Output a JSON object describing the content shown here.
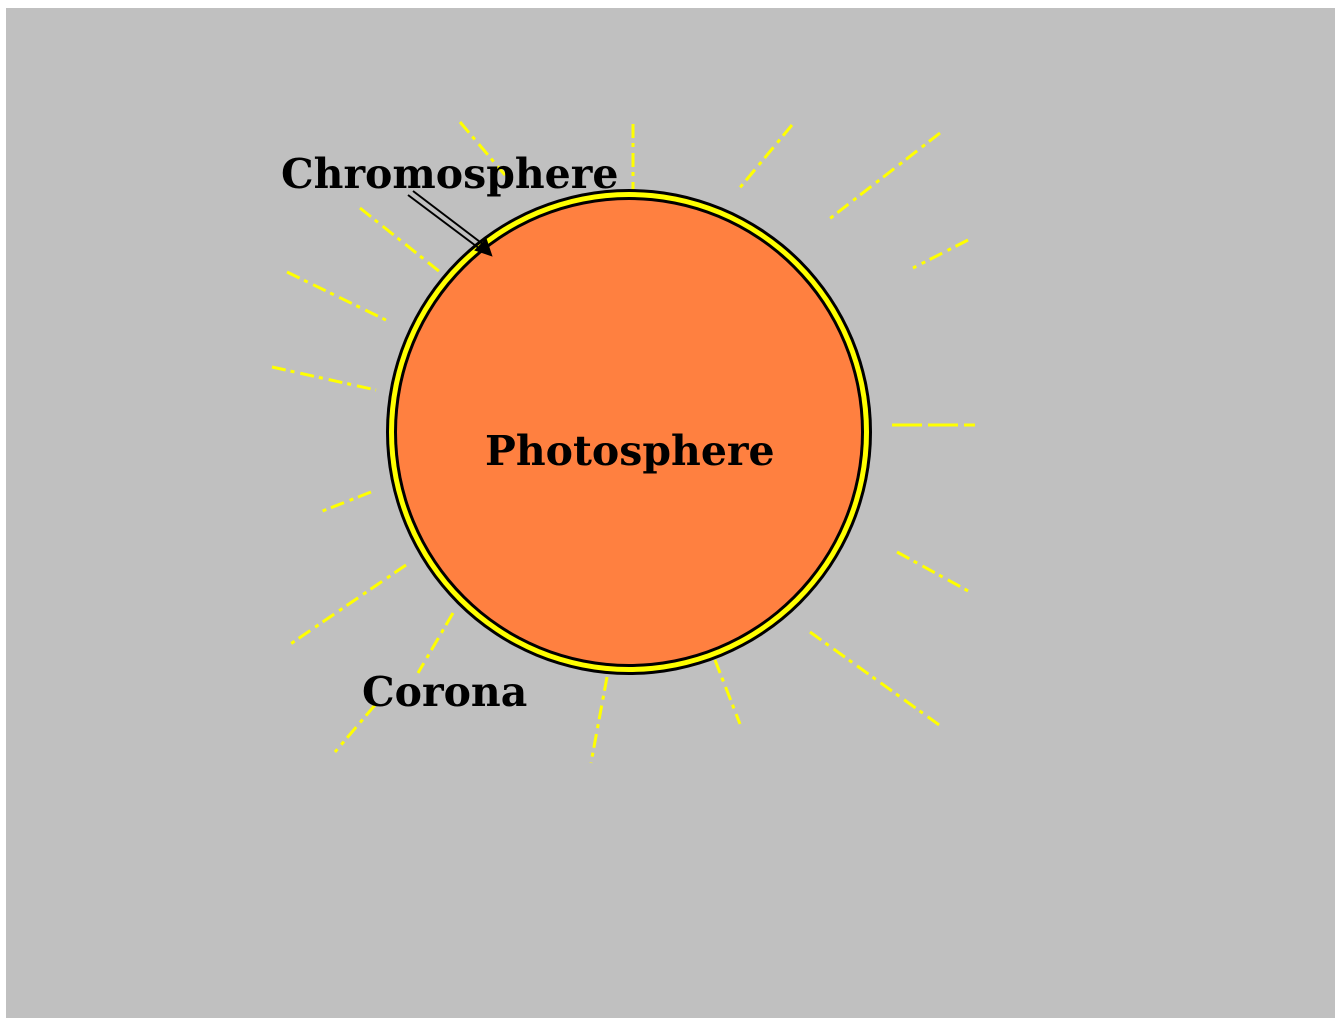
{
  "diagram": {
    "labels": {
      "chromosphere": "Chromosphere",
      "photosphere": "Photosphere",
      "corona": "Corona"
    },
    "colors": {
      "background": "#c0c0c0",
      "photosphere": "#ff8040",
      "chromosphere": "#ffff00",
      "outline": "#000000",
      "corona_rays": "#ffff00"
    }
  }
}
